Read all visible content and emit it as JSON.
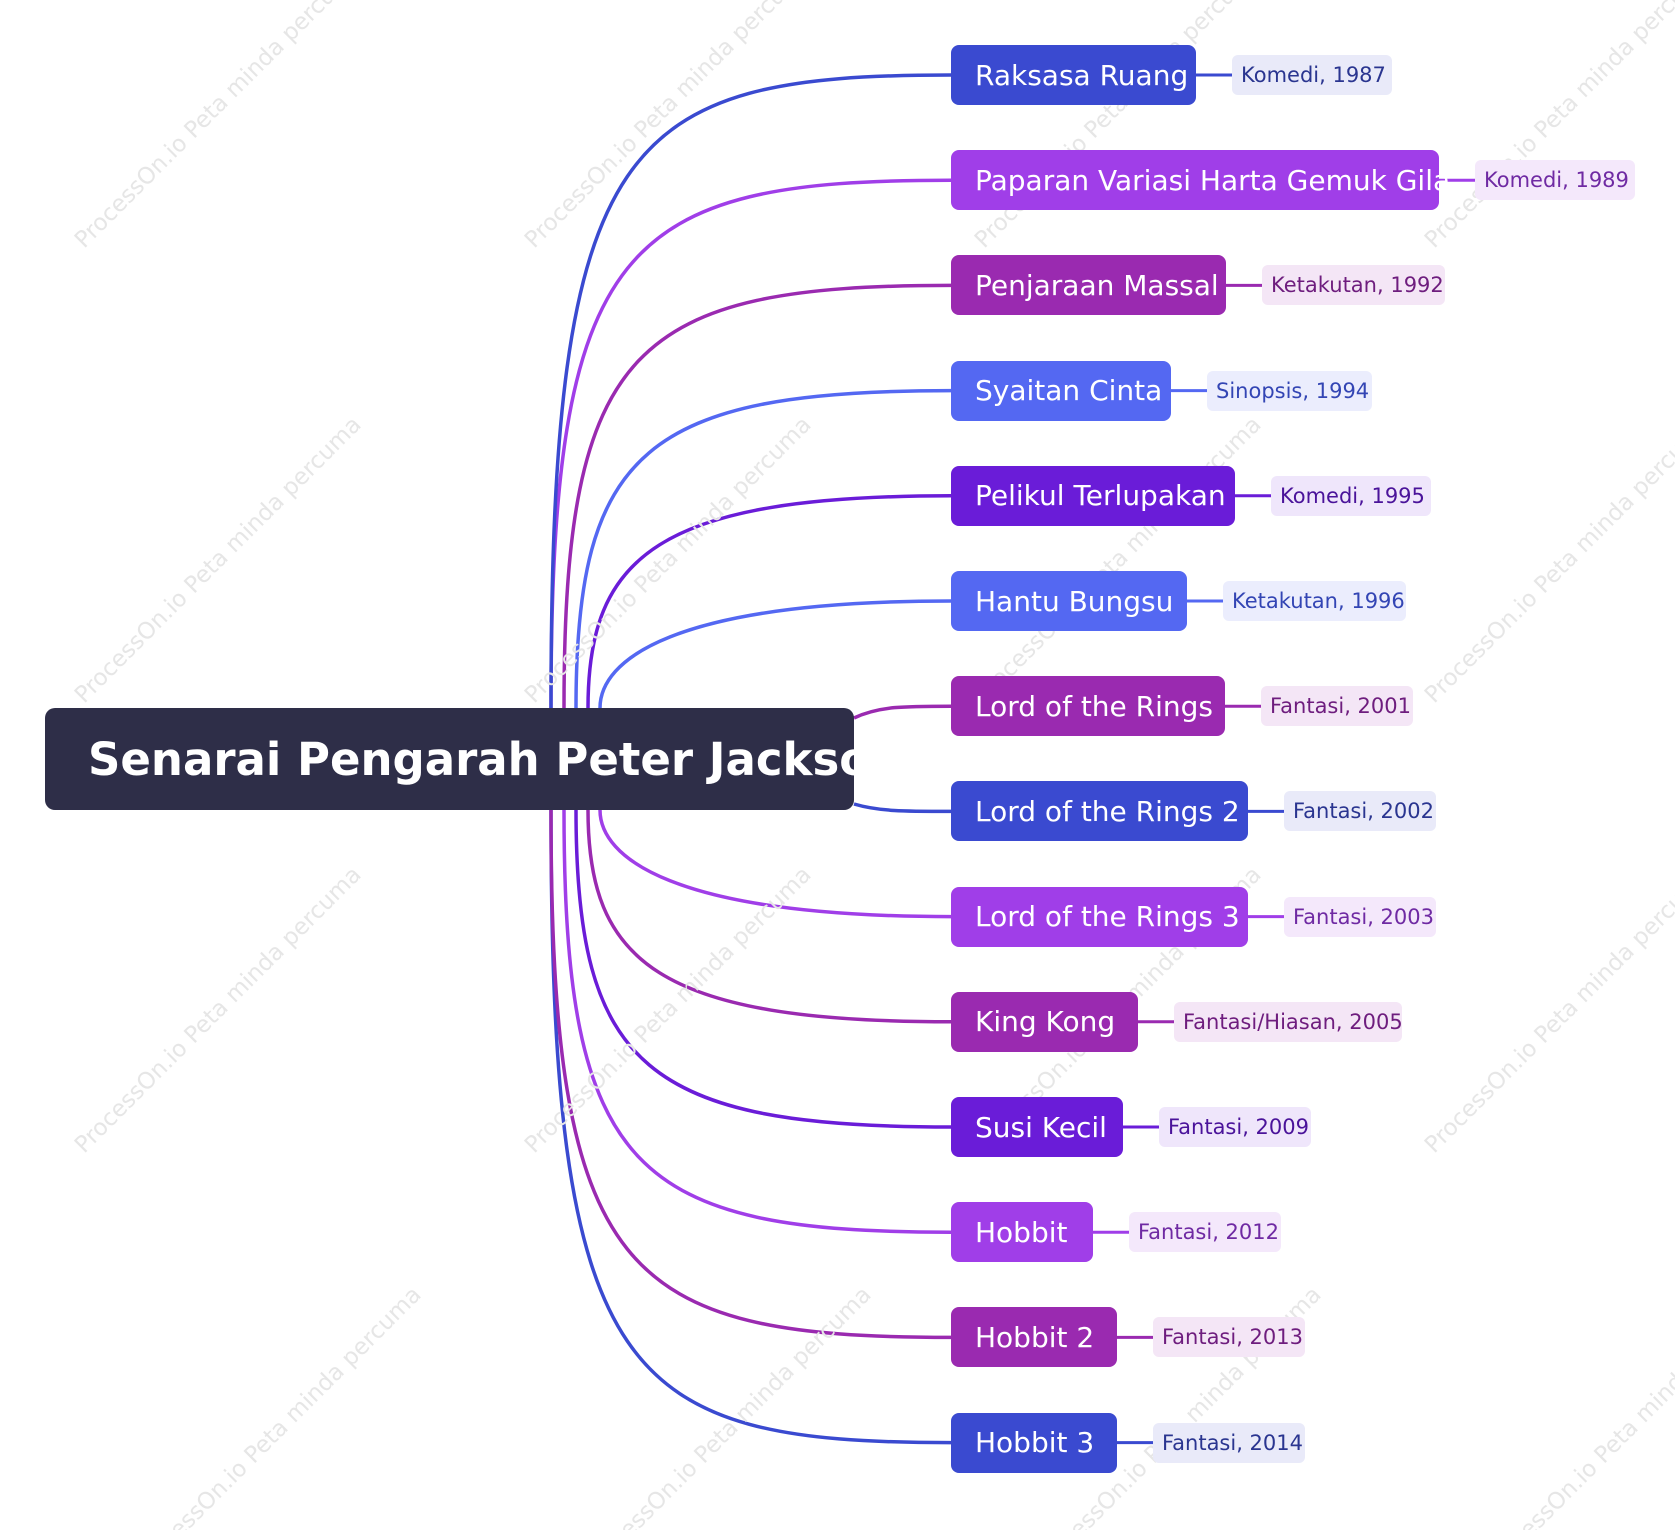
{
  "title": "Senarai Pengarah Peter Jackson",
  "watermark_text": "ProcessOn.io Peta minda percuma",
  "colors": {
    "root_bg": "#2e2e48",
    "watermark": "#e6e6e6"
  },
  "films": [
    {
      "title": "Raksasa Ruang",
      "info": "Komedi, 1987",
      "color": "#3a4ad0",
      "tint": "#e9eaf9",
      "ink": "#2a3590"
    },
    {
      "title": "Paparan Variasi Harta Gemuk Gila",
      "info": "Komedi, 1989",
      "color": "#a03ee8",
      "tint": "#f4e8fb",
      "ink": "#6f2aa3"
    },
    {
      "title": "Penjaraan Massal",
      "info": "Ketakutan, 1992",
      "color": "#9a2ab0",
      "tint": "#f4e6f6",
      "ink": "#6e1d7e"
    },
    {
      "title": "Syaitan Cinta",
      "info": "Sinopsis, 1994",
      "color": "#5468f2",
      "tint": "#ebedfd",
      "ink": "#3345b4"
    },
    {
      "title": "Pelikul Terlupakan",
      "info": "Komedi, 1995",
      "color": "#6a1cd8",
      "tint": "#efe6fb",
      "ink": "#4a139a"
    },
    {
      "title": "Hantu Bungsu",
      "info": "Ketakutan, 1996",
      "color": "#5468f2",
      "tint": "#ebedfd",
      "ink": "#3345b4"
    },
    {
      "title": "Lord of the Rings",
      "info": "Fantasi, 2001",
      "color": "#9a2ab0",
      "tint": "#f4e6f6",
      "ink": "#6e1d7e"
    },
    {
      "title": "Lord of the Rings 2",
      "info": "Fantasi, 2002",
      "color": "#3a4ad0",
      "tint": "#e9eaf9",
      "ink": "#2a3590"
    },
    {
      "title": "Lord of the Rings 3",
      "info": "Fantasi, 2003",
      "color": "#a03ee8",
      "tint": "#f4e8fb",
      "ink": "#6f2aa3"
    },
    {
      "title": "King Kong",
      "info": "Fantasi/Hiasan, 2005",
      "color": "#9a2ab0",
      "tint": "#f4e6f6",
      "ink": "#6e1d7e"
    },
    {
      "title": "Susi Kecil",
      "info": "Fantasi, 2009",
      "color": "#6a1cd8",
      "tint": "#efe6fb",
      "ink": "#4a139a"
    },
    {
      "title": "Hobbit",
      "info": "Fantasi, 2012",
      "color": "#a03ee8",
      "tint": "#f4e8fb",
      "ink": "#6f2aa3"
    },
    {
      "title": "Hobbit 2",
      "info": "Fantasi, 2013",
      "color": "#9a2ab0",
      "tint": "#f4e6f6",
      "ink": "#6e1d7e"
    },
    {
      "title": "Hobbit 3",
      "info": "Fantasi, 2014",
      "color": "#3a4ad0",
      "tint": "#e9eaf9",
      "ink": "#2a3590"
    }
  ]
}
